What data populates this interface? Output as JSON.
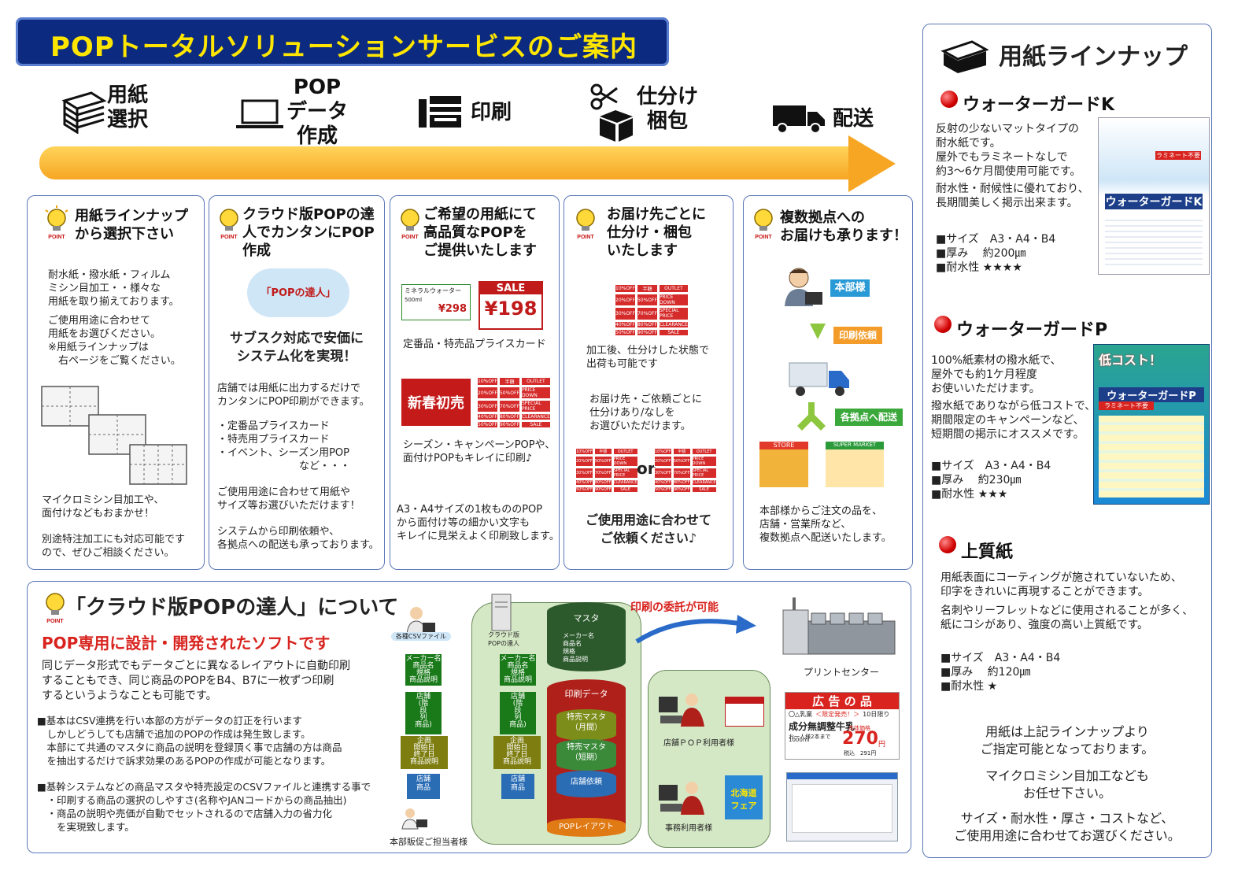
{
  "title": "POPトータルソリューションサービスのご案内",
  "flow": {
    "s1": "用紙\n選択",
    "s2": "POP\nデータ\n作成",
    "s3": "印刷",
    "s4": "仕分け\n梱包",
    "s5": "配送"
  },
  "cards": [
    {
      "heading": "用紙ラインナップ\nから選択下さい",
      "p1": "耐水紙・撥水紙・フィルム\nミシン目加工・・様々な\n用紙を取り揃えております。",
      "p2": "ご使用用途に合わせて\n用紙をお選びください。\n※用紙ラインナップは\n　右ページをご覧ください。",
      "p3": "マイクロミシン目加工や、\n面付けなどもおまかせ！",
      "p4": "別途特注加工にも対応可能です\nので、ぜひご相談ください。"
    },
    {
      "heading": "クラウド版POPの達\n人でカンタンにPOP\n作成",
      "cloud": "「POPの達人」",
      "bold": "サブスク対応で安価に\nシステム化を実現！",
      "p1": "店舗では用紙に出力するだけで\nカンタンにPOP印刷ができます。",
      "p2": "・定番品プライスカード\n・特売用プライスカード\n・イベント、シーズン用POP\n　　　　　　　　など・・・",
      "p3": "ご使用用途に合わせて用紙や\nサイズ等お選びいただけます！",
      "p4": "システムから印刷依頼や、\n各拠点への配送も承っております。"
    },
    {
      "heading": "ご希望の用紙にて\n高品質なPOPを\nご提供いたします",
      "price_label": "ミネラルウォーター",
      "price_sub": "500ml",
      "price_old": "¥298",
      "sale": "SALE",
      "sale_price": "¥198",
      "cap1": "定番品・特売品プライスカード",
      "shinshun": "新春初売",
      "cap2": "シーズン・キャンペーンPOPや、\n面付けPOPもキレイに印刷♪",
      "p1": "A3・A4サイズの1枚もののPOP\nから面付け等の細かい文字も\nキレイに見栄えよく印刷致します。"
    },
    {
      "heading": "お届け先ごとに\n仕分け・梱包\nいたします",
      "p1": "加工後、仕分けした状態で\n出荷も可能です",
      "p2": "お届け先・ご依頼ごとに\n仕分けあり/なしを\nお選びいただけます。",
      "or": "or",
      "bold": "ご使用用途に合わせて\nご依頼ください♪"
    },
    {
      "heading": "複数拠点への\nお届けも承ります！",
      "hq": "本部様",
      "req": "印刷依頼",
      "dist": "各拠点へ配送",
      "store": "STORE",
      "market": "SUPER MARKET",
      "p1": "本部様からご注文の品を、\n店舗・営業所など、\n複数拠点へ配送いたします。"
    }
  ],
  "point": "POINT",
  "tags": [
    "10%OFF",
    "半額",
    "OUTLET",
    "20%OFF",
    "50%OFF",
    "PRICE DOWN",
    "30%OFF",
    "70%OFF",
    "SPECIAL PRICE",
    "40%OFF",
    "80%OFF",
    "CLEARANCE",
    "50%OFF",
    "90%OFF",
    "SALE"
  ],
  "cloud_section": {
    "heading": "「クラウド版POPの達人」について",
    "subheading": "POP専用に設計・開発されたソフトです",
    "intro": "同じデータ形式でもデータごとに異なるレイアウトに自動印刷\nすることもでき、同じ商品のPOPをB4、B7に一枚ずつ印刷\nするというようなことも可能です。",
    "b1": "■基本はCSV連携を行い本部の方がデータの訂正を行います\n　しかしどうしても店舗で追加のPOPの作成は発生致します。\n　本部にて共通のマスタに商品の説明を登録頂く事で店舗の方は商品\n　を抽出するだけで訴求効果のあるPOPの作成が可能となります。",
    "b2": "■基幹システムなどの商品マスタや特売設定のCSVファイルと連携する事で\n　・印刷する商品の選択のしやすさ(名称やJANコードからの商品抽出)\n　・商品の説明や売価が自動でセットされるので店舗入力の省力化\n　　を実現致します。",
    "csv": "各種CSVファイル",
    "cloud_pc": "クラウド版\nPOPの達人",
    "master": "マスタ",
    "master_items": "メーカー名\n商品名\n規格\n商品説明",
    "print_data": "印刷データ",
    "m1": "特売マスタ\n（月間）",
    "m2": "特売マスタ\n（短期）",
    "m3": "店舗依頼",
    "layout": "POPレイアウト",
    "d1": "メーカー名\n商品名\n規格\n商品説明",
    "d2": "店舗\n(階\n段\n列\n商品)",
    "d3": "企画\n開始日\n終了日\n商品説明",
    "d4": "店舗\n商品",
    "hq_user": "本部販促ご担当者様",
    "store_user": "店舗ＰＯＰ利用者様",
    "office_user": "事務利用者様",
    "outsource": "印刷の委託が可能",
    "print_center": "プリントセンター",
    "ad_title": "広 告 の 品",
    "ad_brand": "〇△乳業",
    "ad_new": "＜限定発売！＞",
    "ad_days": "10日限り",
    "ad_name": "成分無調整牛乳",
    "ad_limit": "お一人様2本まで",
    "ad_size": "1000ml",
    "ad_label": "本体価格",
    "ad_price": "270",
    "ad_yen": "円",
    "ad_tax": "税込　291円",
    "hokkaido": "北海道\nフェア"
  },
  "right": {
    "heading": "用紙ラインナップ",
    "k": {
      "name": "ウォーターガードK",
      "p1": "反射の少ないマットタイプの\n耐水紙です。\n屋外でもラミネートなしで\n約3〜6ケ月間使用可能です。",
      "p2": "耐水性・耐候性に優れており、\n長期間美しく掲示出来ます。",
      "spec": "■サイズ　A3・A4・B4\n■厚み　 約200㎛\n■耐水性 ★★★★",
      "img_title": "ウォーターガードK",
      "img_sub": "ラミネート不要"
    },
    "p": {
      "name": "ウォーターガードP",
      "p1": "100%紙素材の撥水紙で、\n屋外でも約1ケ月程度\nお使いいただけます。",
      "p2": "撥水紙でありながら低コストで、\n期間限定のキャンペーンなど、\n短期間の掲示にオススメです。",
      "spec": "■サイズ　A3・A4・B4\n■厚み　 約230㎛\n■耐水性 ★★★",
      "img_top": "低コスト！",
      "img_title": "ウォーターガードP",
      "img_sub": "ラミネート不要"
    },
    "j": {
      "name": "上質紙",
      "p1": "用紙表面にコーティングが施されていないため、\n印字をきれいに再現することができます。",
      "p2": "名刺やリーフレットなどに使用されることが多く、\n紙にコシがあり、強度の高い上質紙です。",
      "spec": "■サイズ　A3・A4・B4\n■厚み　 約120㎛\n■耐水性 ★"
    },
    "closing1": "用紙は上記ラインナップより\nご指定可能となっております。",
    "closing2": "マイクロミシン目加工なども\nお任せ下さい。",
    "closing3": "サイズ・耐水性・厚さ・コストなど、\nご使用用途に合わせてお選びください。"
  }
}
